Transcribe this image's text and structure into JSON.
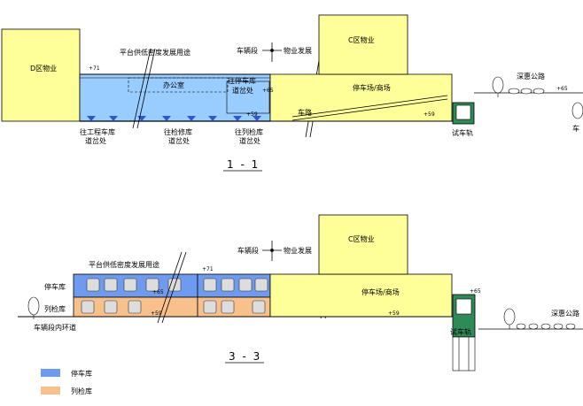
{
  "colors": {
    "yellow": "#FFFF99",
    "cyan": "#99CCFF",
    "blue": "#6F9BEF",
    "orange": "#F8C08A",
    "green": "#2E8B57",
    "line": "#000000"
  },
  "section_1": {
    "title": "1 - 1",
    "d_zone": "D区物业",
    "c_zone": "C区物业",
    "platform_note": "平台供低密度发展用途",
    "office": "办公室",
    "car_section": "车辆段",
    "property_dev": "物业发展",
    "parking_mall": "停车场/商场",
    "road": "车路",
    "test_track": "试车轨",
    "shenhui_road": "深惠公路",
    "cut_off": "车",
    "to_parking_turnout": "往停车库\n道岔处",
    "to_engineering_turnout": "往工程车库\n道岔处",
    "inspection_turnout": "往检修库\n道岔处",
    "to_inspection_turnout": "往列检库\n道岔处",
    "elev_71": "+71",
    "elev_65": "+65",
    "elev_59": "+59"
  },
  "section_3": {
    "title": "3 - 3",
    "c_zone": "C区物业",
    "platform_note": "平台供低密度发展用途",
    "car_section": "车辆段",
    "property_dev": "物业发展",
    "parking_mall": "停车场/商场",
    "parking_garage": "停车库",
    "inspection_garage": "列检库",
    "loop_road": "车辆段内环道",
    "test_track": "试车轨",
    "shenhui_road": "深惠公路",
    "elev_71": "+71",
    "elev_65": "+65",
    "elev_59": "+59"
  },
  "legend": {
    "parking": "停车库",
    "inspection": "列检库"
  }
}
